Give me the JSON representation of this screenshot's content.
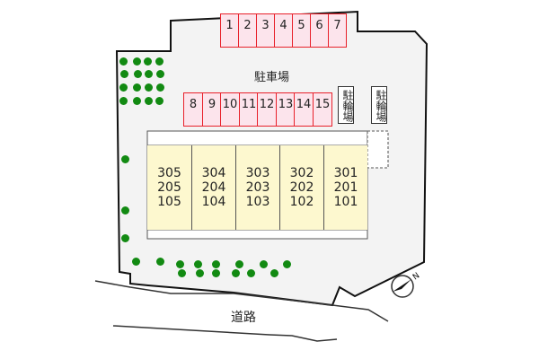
{
  "labels": {
    "parking": "駐車場",
    "bicycle_parking_1": "駐輪場",
    "bicycle_parking_2": "駐輪場",
    "road": "道路",
    "north": "N"
  },
  "parking_top_row": [
    "1",
    "2",
    "3",
    "4",
    "5",
    "6",
    "7"
  ],
  "parking_bottom_row": [
    "8",
    "9",
    "10",
    "11",
    "12",
    "13",
    "14",
    "15"
  ],
  "building_units": [
    {
      "floors": [
        "305",
        "205",
        "105"
      ]
    },
    {
      "floors": [
        "304",
        "204",
        "104"
      ]
    },
    {
      "floors": [
        "303",
        "203",
        "103"
      ]
    },
    {
      "floors": [
        "302",
        "202",
        "102"
      ]
    },
    {
      "floors": [
        "301",
        "201",
        "101"
      ]
    }
  ],
  "colors": {
    "lot_fill": "#f3f3f3",
    "parking_fill": "#fce4ec",
    "parking_border": "#e8202a",
    "building_fill": "#fdf8cf",
    "tree": "#128a12"
  }
}
